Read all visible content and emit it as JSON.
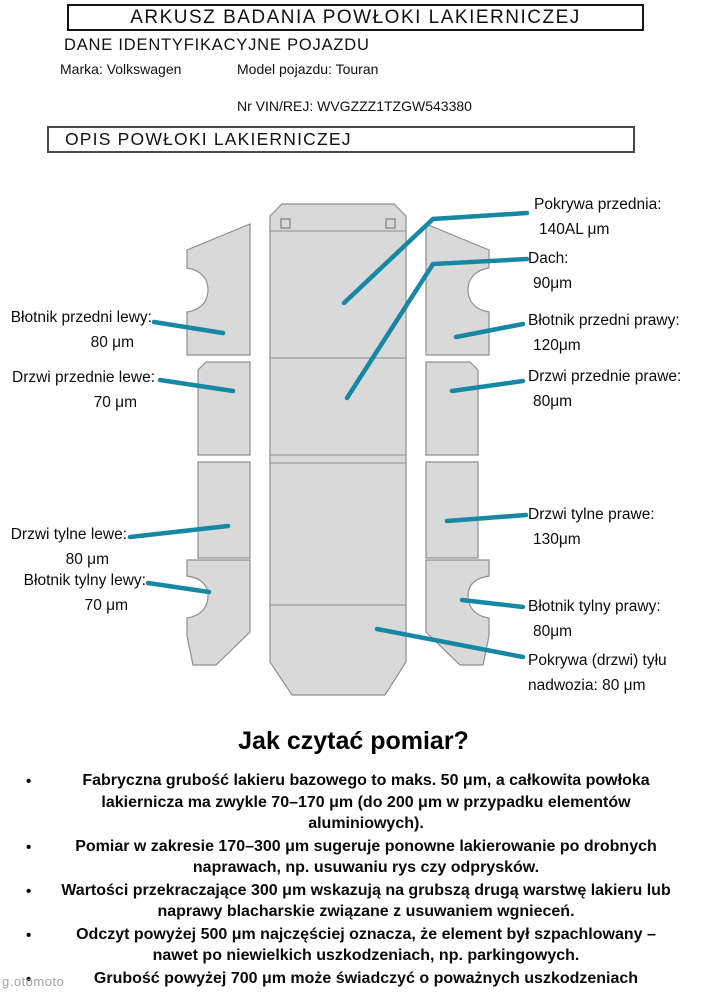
{
  "header": {
    "title": "ARKUSZ BADANIA POWŁOKI LAKIERNICZEJ",
    "subtitle": "DANE IDENTYFIKACYJNE POJAZDU",
    "brand_label": "Marka:",
    "brand_value": "Volkswagen",
    "model_label": "Model pojazdu:",
    "model_value": "Touran",
    "vin_label": "Nr VIN/REJ:",
    "vin_value": "WVGZZZ1TZGW543380",
    "section_title": "OPIS POWŁOKI LAKIERNICZEJ"
  },
  "diagram": {
    "labels": [
      {
        "line1": "Pokrywa przednia:",
        "line2": "140AL μm"
      },
      {
        "line1": "Dach:",
        "line2": "90μm"
      },
      {
        "line1": "Błotnik przedni lewy:",
        "line2": "80 μm"
      },
      {
        "line1": "Błotnik przedni prawy:",
        "line2": "120μm"
      },
      {
        "line1": "Drzwi przednie lewe:",
        "line2": "70 μm"
      },
      {
        "line1": "Drzwi przednie prawe:",
        "line2": "80μm"
      },
      {
        "line1": "Drzwi tylne lewe:",
        "line2": "80 μm"
      },
      {
        "line1": "Drzwi tylne prawe:",
        "line2": "130μm"
      },
      {
        "line1": "Błotnik tylny lewy:",
        "line2": "70 μm"
      },
      {
        "line1": "Błotnik tylny prawy:",
        "line2": "80μm"
      },
      {
        "line1": "Pokrywa (drzwi) tyłu",
        "line2": "nadwozia: 80 μm"
      }
    ]
  },
  "howto": {
    "title": "Jak czytać pomiar?",
    "bullet_char": "•",
    "bullets": [
      "Fabryczna grubość lakieru bazowego to maks. 50 μm, a całkowita powłoka lakiernicza ma zwykle 70–170 μm (do 200 μm w przypadku elementów aluminiowych).",
      "Pomiar w zakresie 170–300 μm sugeruje ponowne lakierowanie po drobnych naprawach, np. usuwaniu rys czy odprysków.",
      "Wartości przekraczające 300 μm wskazują na grubszą drugą warstwę lakieru lub naprawy blacharskie związane z usuwaniem wgnieceń.",
      "Odczyt powyżej 500 μm najczęściej oznacza, że element był szpachlowany – nawet po niewielkich uszkodzeniach, np. parkingowych.",
      "Grubość powyżej 700 μm może świadczyć o poważnych uszkodzeniach"
    ]
  },
  "watermark": "g.otomoto",
  "colors": {
    "callout": "#1688a4",
    "panel_fill": "#d9d9d9",
    "panel_stroke": "#8f8f8f"
  }
}
